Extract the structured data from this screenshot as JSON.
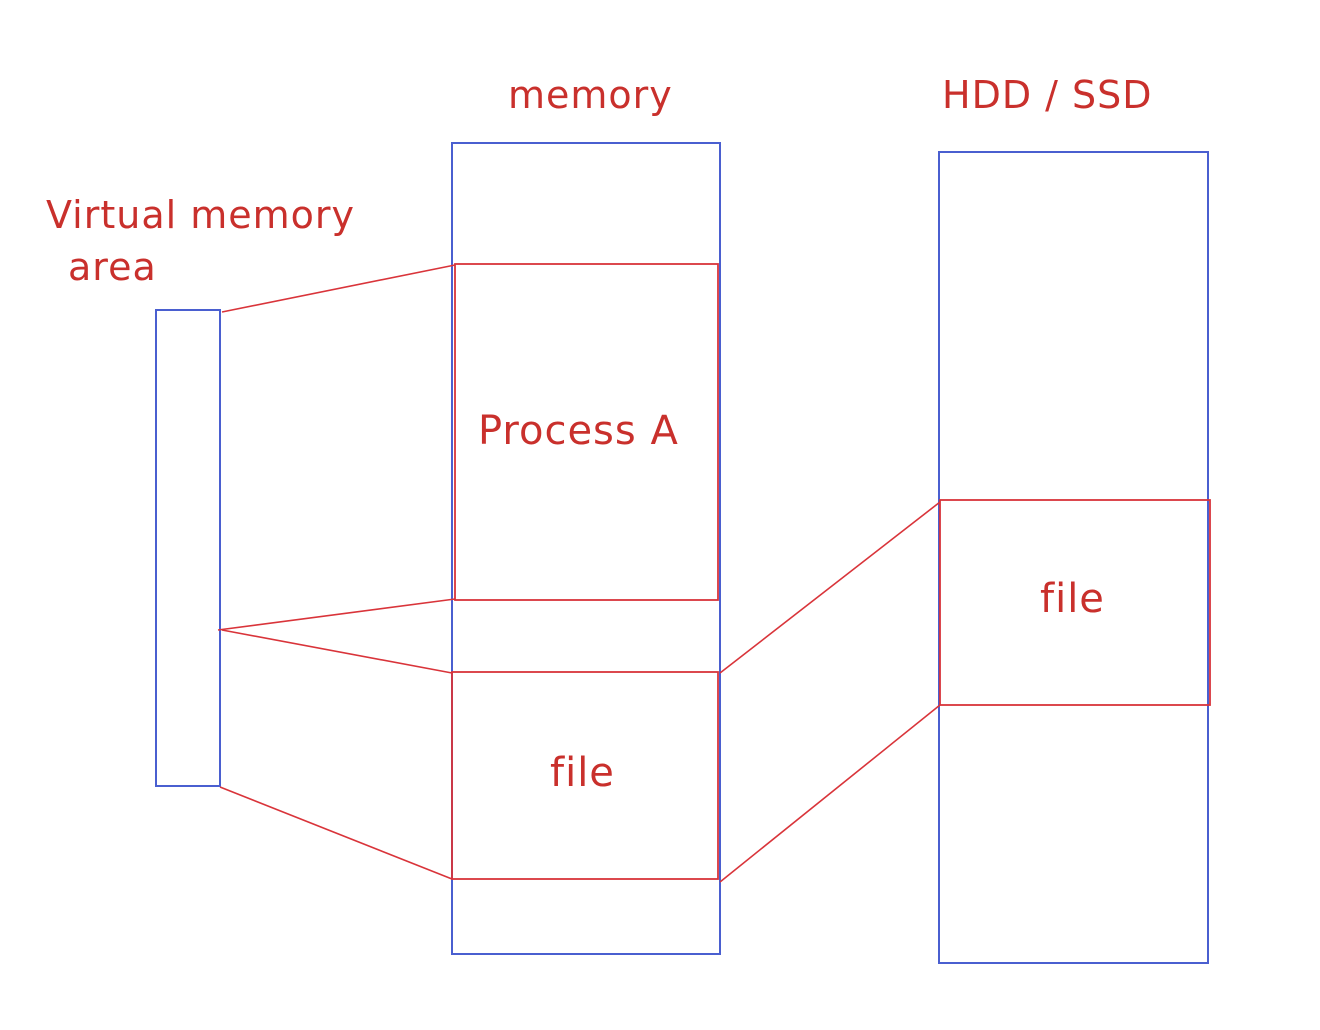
{
  "labels": {
    "memory": "memory",
    "storage": "HDD / SSD",
    "virtual_line1": "Virtual memory",
    "virtual_line2": "area",
    "process": "Process A",
    "memory_file": "file",
    "storage_file": "file"
  },
  "colors": {
    "text": "#c9302c",
    "blue_outline": "#4a5fd0",
    "red_outline": "#d9343a",
    "background": "#ffffff"
  }
}
